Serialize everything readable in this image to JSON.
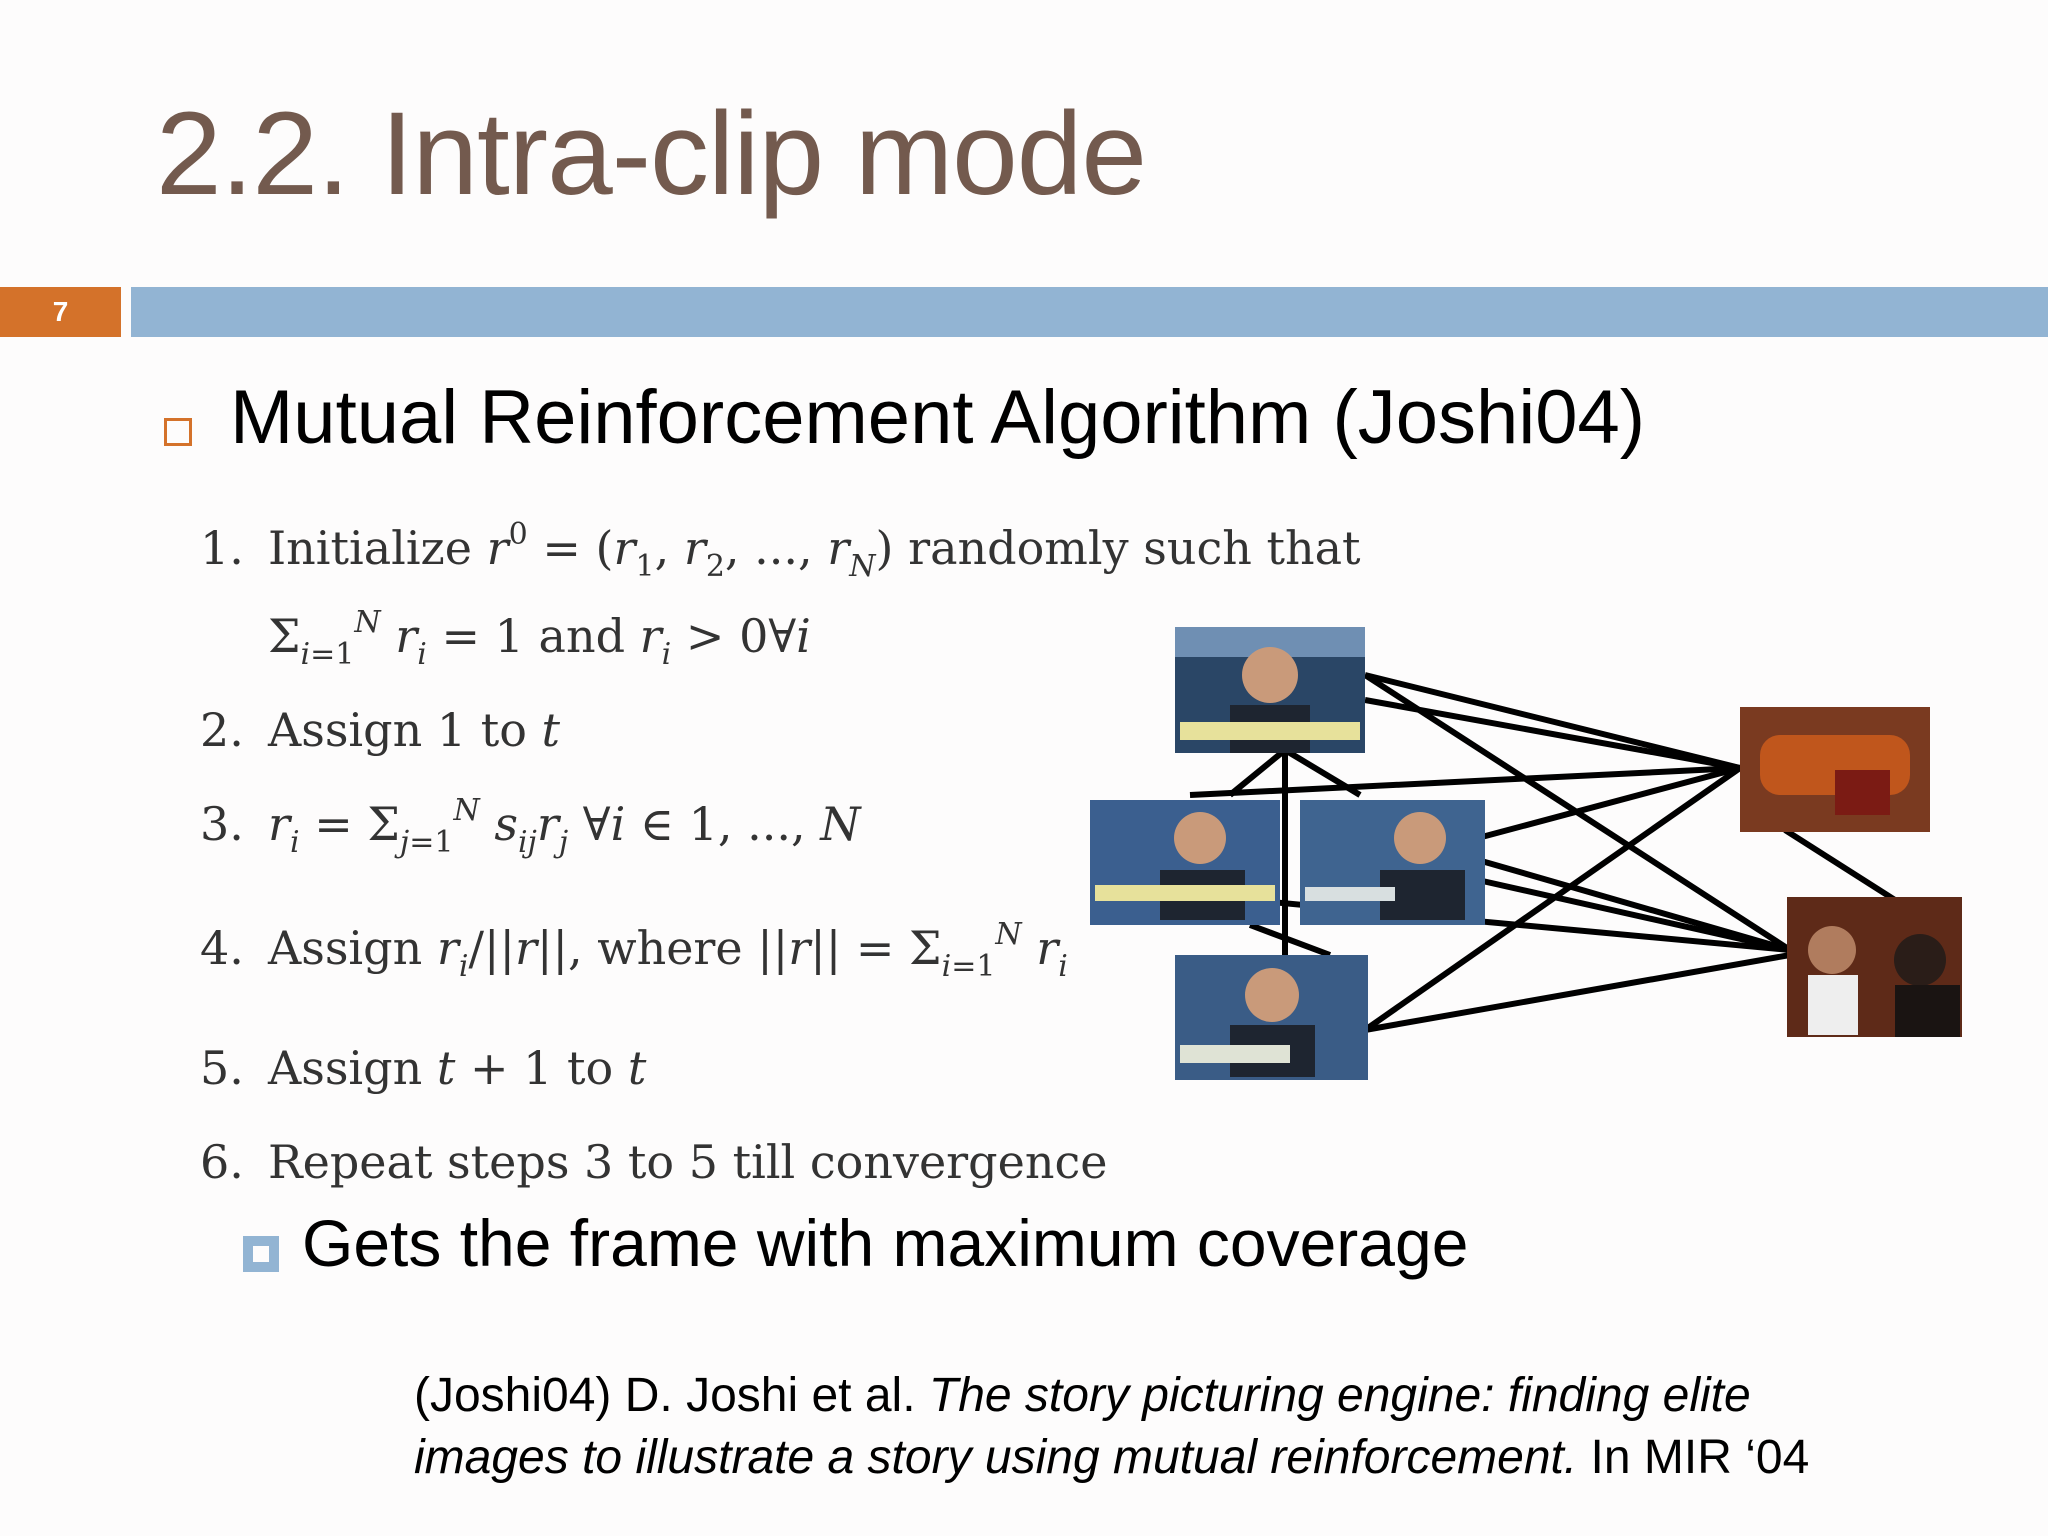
{
  "slide": {
    "title": "2.2. Intra-clip mode",
    "number": "7"
  },
  "bullet1": "Mutual Reinforcement Algorithm (Joshi04)",
  "algorithm": {
    "s1_num": "1.",
    "s1_text": "Initialize",
    "s1_tail": "randomly such that",
    "s1b_text": "and",
    "s2_num": "2.",
    "s2_text": "Assign 1 to",
    "s3_num": "3.",
    "s4_num": "4.",
    "s4_text": "Assign",
    "s4_where": ", where",
    "s5_num": "5.",
    "s5_text": "Assign",
    "s5_tail": "to",
    "s6_num": "6.",
    "s6_text": "Repeat steps 3 to 5 till convergence"
  },
  "bullet2": "Gets the frame with maximum coverage",
  "reference": {
    "prefix": "(Joshi04) D. Joshi et al. ",
    "title_line1": "The story picturing engine: finding elite",
    "title_line2": "images to illustrate a story using mutual reinforcement.",
    "suffix": " In MIR ‘04"
  },
  "colors": {
    "title": "#735a4e",
    "accent_orange": "#d4722a",
    "accent_blue": "#92b4d3"
  }
}
